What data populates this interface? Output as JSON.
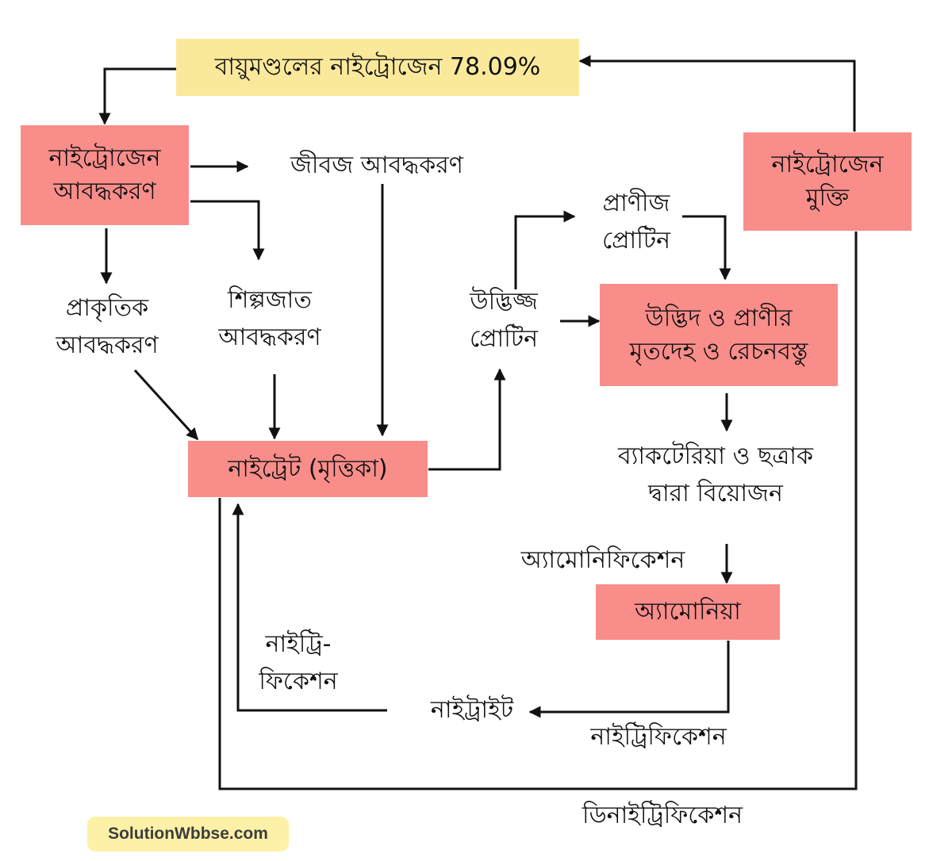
{
  "nodes": {
    "atmosphere": "বায়ুমণ্ডলের নাইট্রোজেন 78.09%",
    "fixation": [
      "নাইট্রোজেন",
      "আবদ্ধকরণ"
    ],
    "release": [
      "নাইট্রোজেন",
      "মুক্তি"
    ],
    "nitrate": "নাইট্রেট (মৃত্তিকা)",
    "dead_matter": [
      "উদ্ভিদ ও প্রাণীর",
      "মৃতদেহ ও রেচনবস্তু"
    ],
    "ammonia": "অ্যামোনিয়া"
  },
  "labels": {
    "biological": "জীবজ আবদ্ধকরণ",
    "natural": [
      "প্রাকৃতিক",
      "আবদ্ধকরণ"
    ],
    "industrial": [
      "শিল্পজাত",
      "আবদ্ধকরণ"
    ],
    "plant_protein": [
      "উদ্ভিজ্জ",
      "প্রোটিন"
    ],
    "animal_protein": [
      "প্রাণীজ",
      "প্রোটিন"
    ],
    "decomposition": [
      "ব্যাকটেরিয়া ও ছত্রাক",
      "দ্বারা বিয়োজন"
    ],
    "ammonification": "অ্যামোনিফিকেশন",
    "nitrite": "নাইট্রাইট",
    "nitrification_left": [
      "নাইট্রি-",
      "ফিকেশন"
    ],
    "nitrification_bottom": "নাইট্রিফিকেশন",
    "denitrification": "ডিনাইট্রিফিকেশন"
  },
  "watermark": "SolutionWbbse.com",
  "colors": {
    "node_fill": "#f98d8a",
    "atmosphere_fill": "#fbe99b",
    "arrow": "#111111",
    "watermark_bg": "#fdf1a8"
  }
}
